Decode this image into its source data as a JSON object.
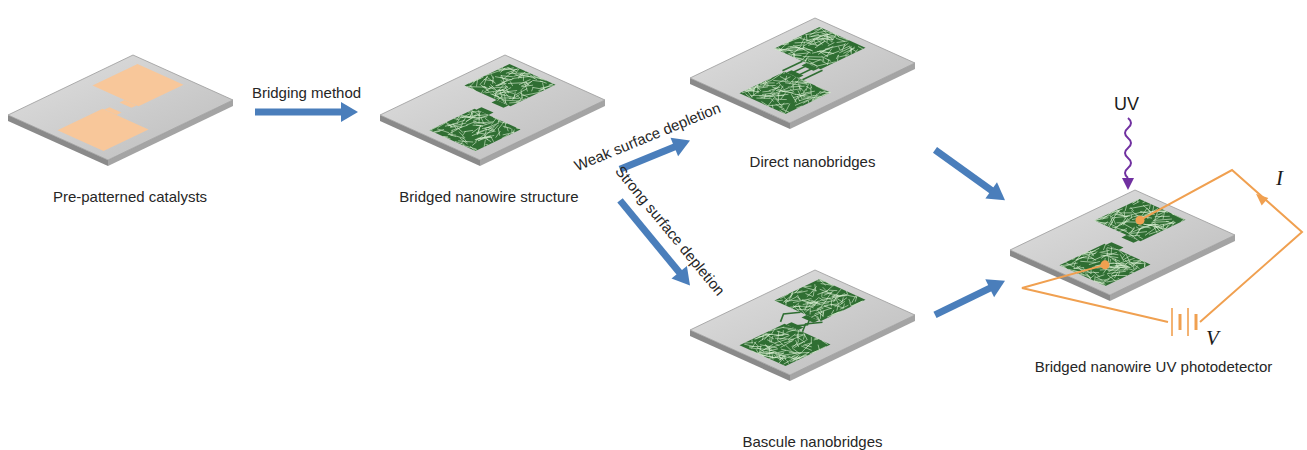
{
  "diagram": {
    "nodes": [
      {
        "text": [
          "Pre-patterned catalysts"
        ]
      },
      {
        "text": [
          "Bridged nanowire structure"
        ]
      },
      {
        "text": [
          "Direct nanobridges"
        ]
      },
      {
        "text": [
          "Bascule nanobridges"
        ]
      },
      {
        "text": [
          "Bridged nanowire UV photodetector"
        ]
      }
    ],
    "edges": [
      {
        "from": 0,
        "to": 1,
        "label": "Bridging method",
        "arrow": "to"
      },
      {
        "from": 1,
        "to": 2,
        "label": "Weak surface depletion",
        "arrow": "to"
      },
      {
        "from": 1,
        "to": 3,
        "label": "Strong surface depletion",
        "arrow": "to"
      },
      {
        "from": 2,
        "to": 4,
        "arrow": "to"
      },
      {
        "from": 3,
        "to": 4,
        "arrow": "to"
      }
    ],
    "labels": [
      "UV",
      "I",
      "V"
    ]
  }
}
